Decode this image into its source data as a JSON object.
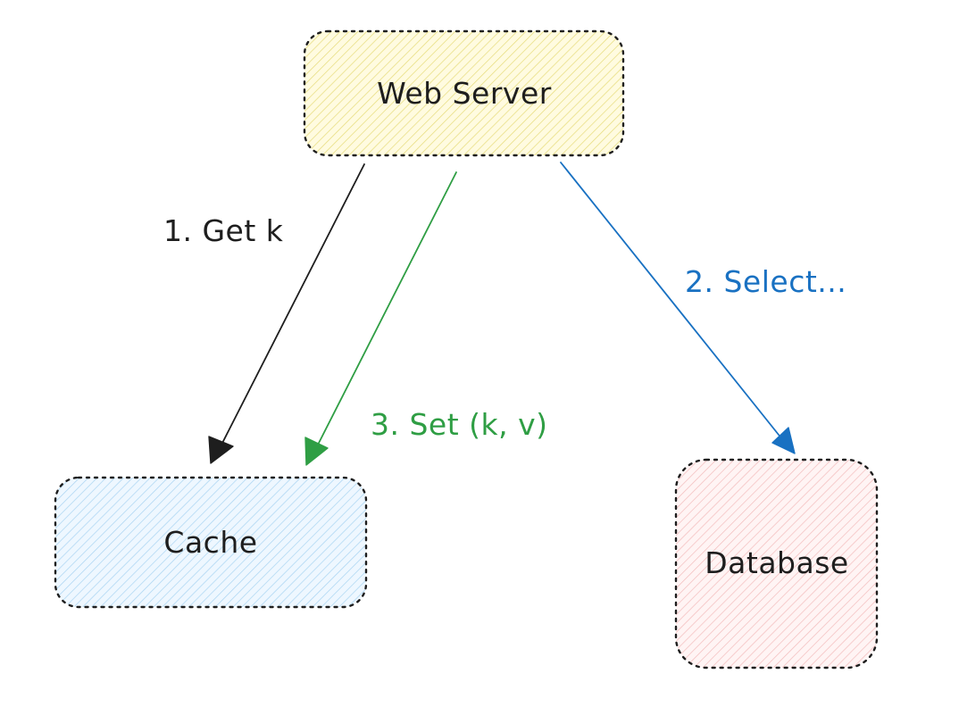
{
  "nodes": {
    "web_server": {
      "label": "Web Server",
      "fill": "#fff3b0",
      "hatch": "#e6dc7a"
    },
    "cache": {
      "label": "Cache",
      "fill": "#d6ecff",
      "hatch": "#9fd0f2"
    },
    "database": {
      "label": "Database",
      "fill": "#ffe0e0",
      "hatch": "#f2b3b3"
    }
  },
  "edges": {
    "get": {
      "label": "1. Get k",
      "color": "#1e1e1e"
    },
    "select": {
      "label": "2. Select...",
      "color": "#1971c2"
    },
    "set": {
      "label": "3. Set (k, v)",
      "color": "#2f9e44"
    }
  }
}
